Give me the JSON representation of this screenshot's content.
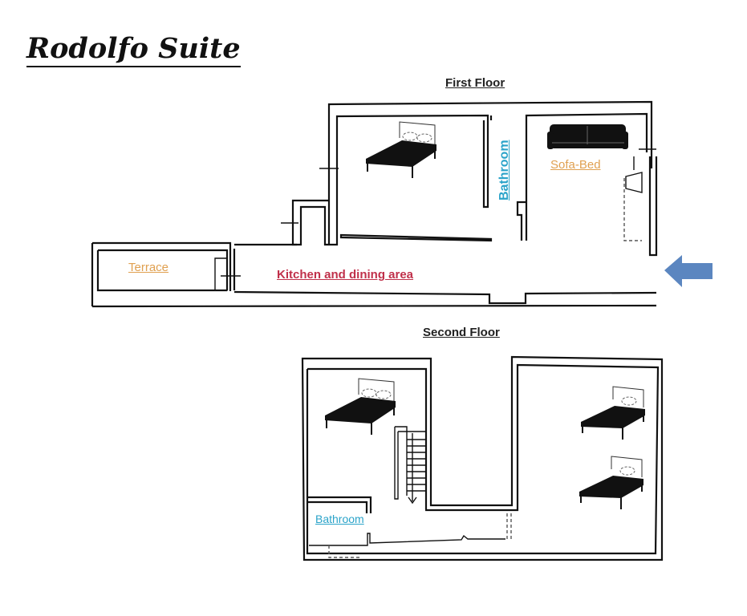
{
  "title": "Rodolfo Suite",
  "first_floor": {
    "heading": "First Floor",
    "rooms": {
      "bathroom": "Bathroom",
      "sofa_bed": "Sofa-Bed",
      "terrace": "Terrace",
      "kitchen": "Kitchen and dining area"
    },
    "entrance_icon": "arrow-left-icon"
  },
  "second_floor": {
    "heading": "Second Floor",
    "rooms": {
      "bathroom": "Bathroom"
    }
  },
  "colors": {
    "bathroom": "#2aa3c9",
    "sofa_bed": "#e0a050",
    "terrace": "#e0a050",
    "kitchen": "#c0304a",
    "arrow": "#5b86c0"
  }
}
